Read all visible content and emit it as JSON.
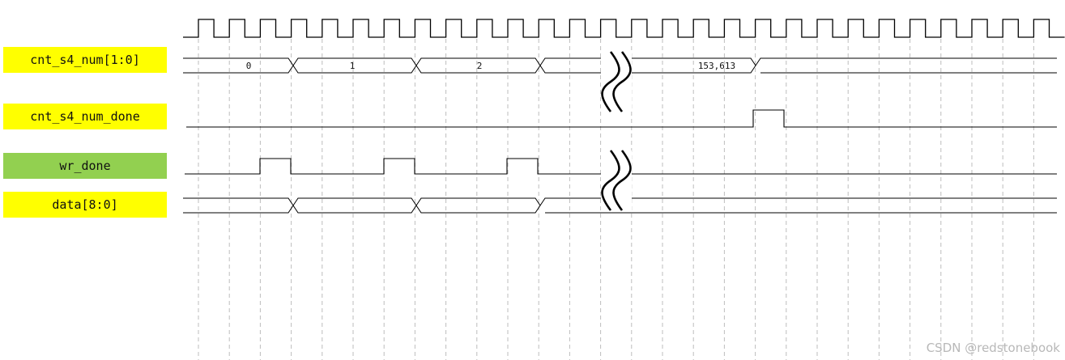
{
  "signals": [
    {
      "name": "cnt_s4_num[1:0]",
      "color": "#ffff00"
    },
    {
      "name": "cnt_s4_num_done",
      "color": "#ffff00"
    },
    {
      "name": "wr_done",
      "color": "#92d050"
    },
    {
      "name": "data[8:0]",
      "color": "#ffff00"
    }
  ],
  "cnt_values": [
    "0",
    "1",
    "2",
    "153,613"
  ],
  "watermark": "CSDN @redstonebook",
  "colors": {
    "wave": "#000000",
    "grid": "#bdbdbd"
  }
}
